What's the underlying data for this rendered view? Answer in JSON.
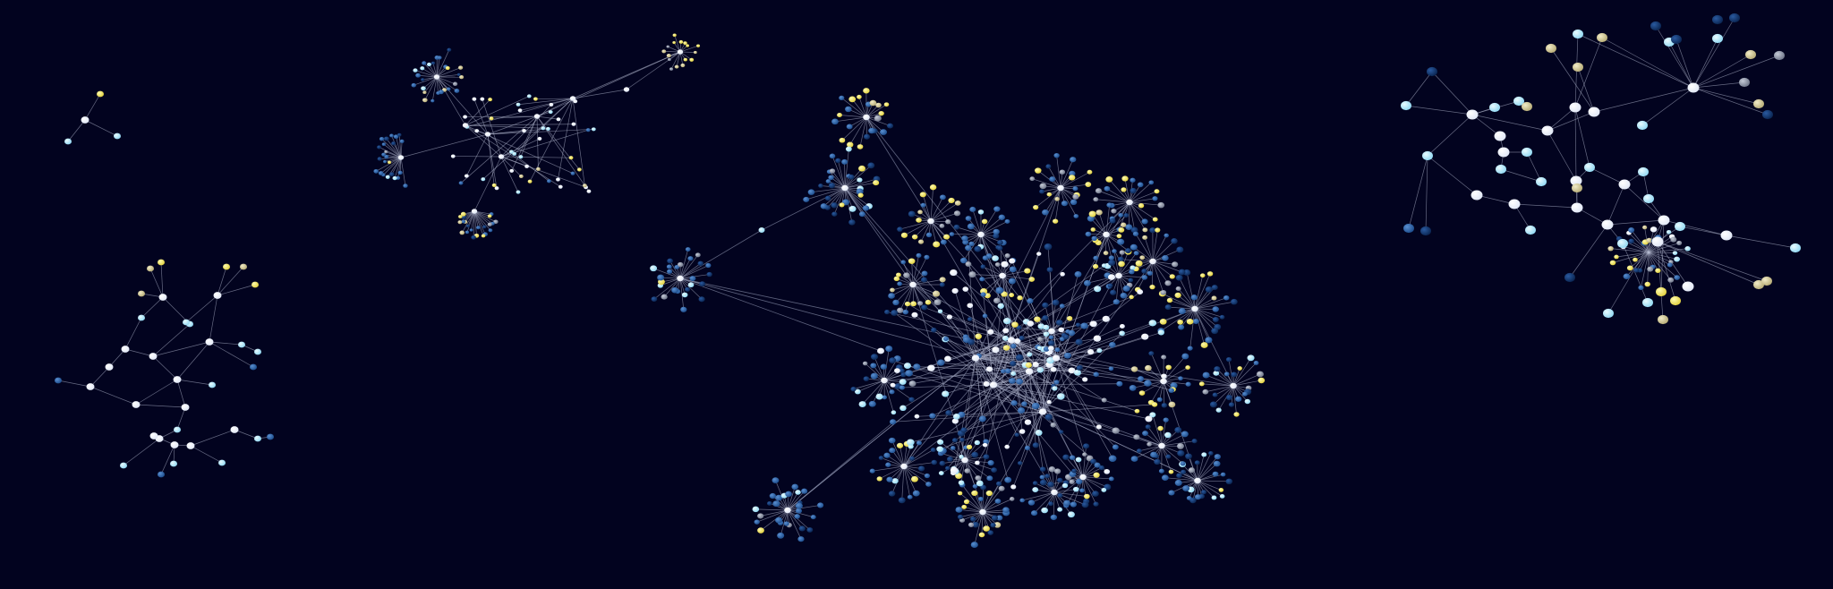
{
  "colors": {
    "background": "#02031f",
    "edge": "#b9bfd6",
    "node_white": "#ffffff",
    "node_light_blue": "#c9f1ff",
    "node_mid_blue": "#2f6bb4",
    "node_dark_blue": "#0f3c7c",
    "node_yellow": "#f4ea6b",
    "node_khaki": "#d8cf9c",
    "node_gray": "#8e96a8"
  },
  "graph": {
    "clusters": [
      {
        "id": "tiny-star"
      },
      {
        "id": "sparse-lattice"
      },
      {
        "id": "upper-left-network"
      },
      {
        "id": "central-hub-network"
      },
      {
        "id": "right-network"
      }
    ]
  }
}
